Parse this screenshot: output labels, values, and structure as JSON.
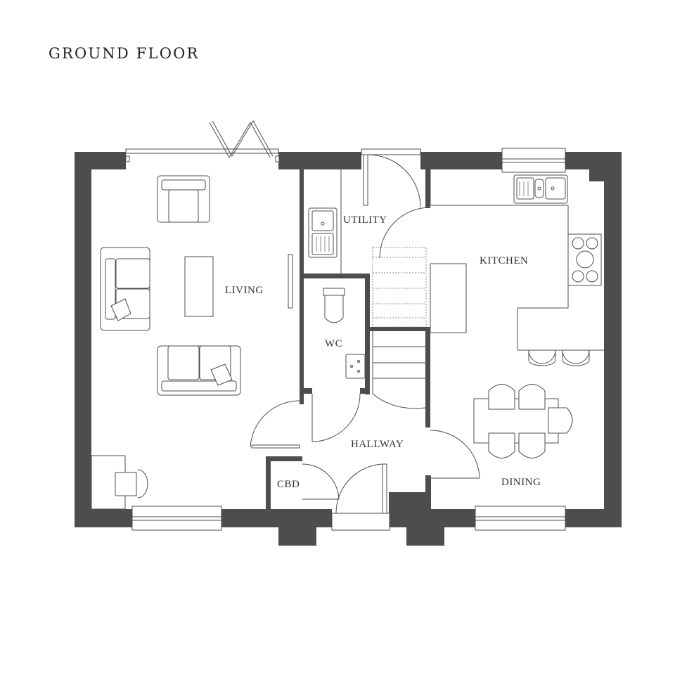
{
  "title": "GROUND FLOOR",
  "rooms": {
    "living": "LIVING",
    "utility": "UTILITY",
    "kitchen": "KITCHEN",
    "wc": "WC",
    "hallway": "HALLWAY",
    "dining": "DINING",
    "cbd": "CBD"
  },
  "colors": {
    "wall": "#4d4d4f",
    "line": "#4d4d4f",
    "background": "#ffffff"
  }
}
